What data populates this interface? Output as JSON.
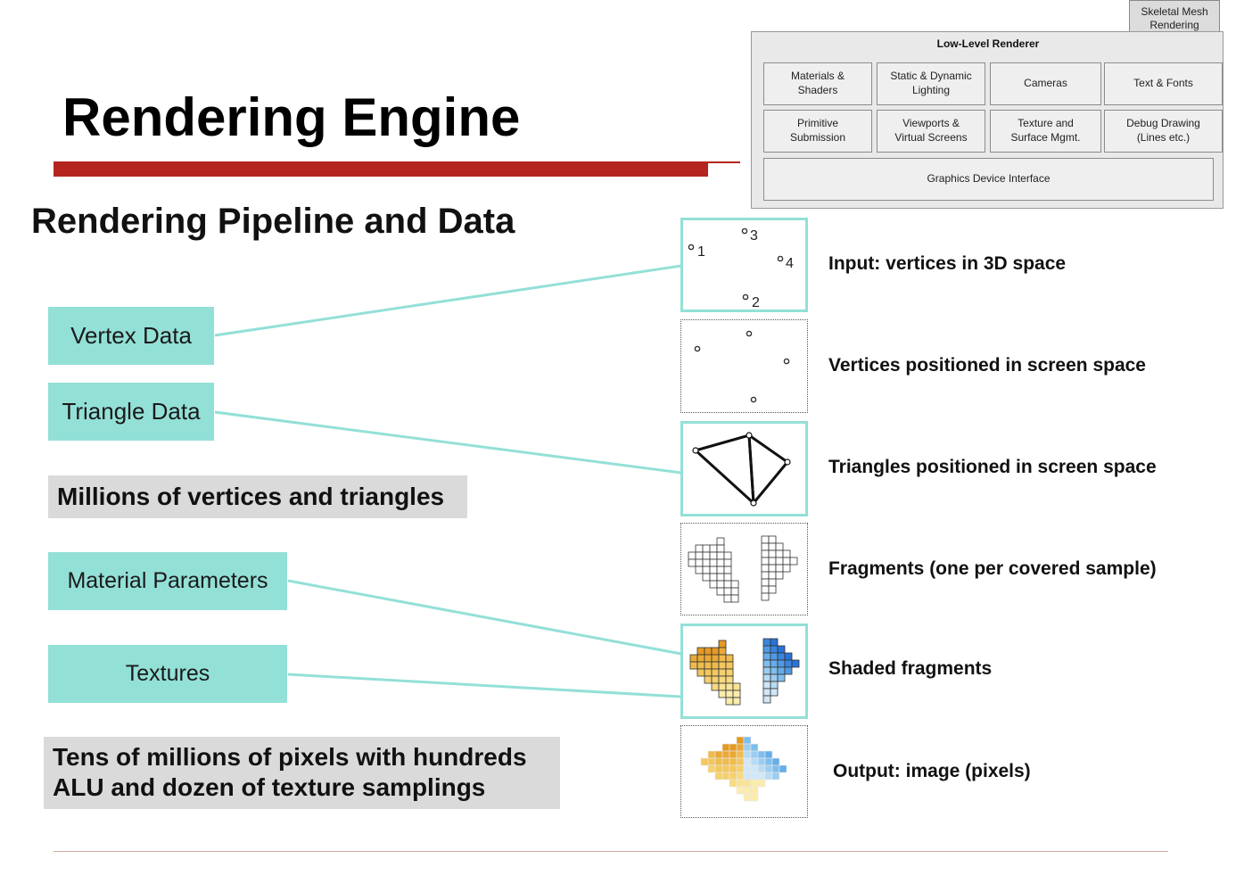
{
  "title": "Rendering Engine",
  "subtitle": "Rendering Pipeline and Data",
  "data_boxes": {
    "vertex": "Vertex Data",
    "triangle": "Triangle Data",
    "material": "Material Parameters",
    "textures": "Textures"
  },
  "notes": {
    "geometry": "Millions of vertices and triangles",
    "pixels_line1": "Tens of millions of pixels with hundreds",
    "pixels_line2": "ALU and dozen of texture samplings"
  },
  "stages": [
    "Input: vertices in 3D space",
    "Vertices positioned in screen space",
    "Triangles positioned in screen space",
    "Fragments (one per covered sample)",
    "Shaded fragments",
    "Output: image (pixels)"
  ],
  "vertex_labels": [
    "1",
    "2",
    "3",
    "4"
  ],
  "low_level_renderer": {
    "title": "Low-Level Renderer",
    "cells": [
      "Materials &\nShaders",
      "Static & Dynamic\nLighting",
      "Cameras",
      "Text & Fonts",
      "Primitive\nSubmission",
      "Viewports &\nVirtual Screens",
      "Texture and\nSurface Mgmt.",
      "Debug Drawing\n(Lines etc.)"
    ],
    "gdi": "Graphics Device Interface",
    "skeletal": "Skeletal Mesh\nRendering"
  },
  "colors": {
    "teal": "#93e0d7",
    "accent_red": "#b52520",
    "note_gray": "#dadada"
  }
}
